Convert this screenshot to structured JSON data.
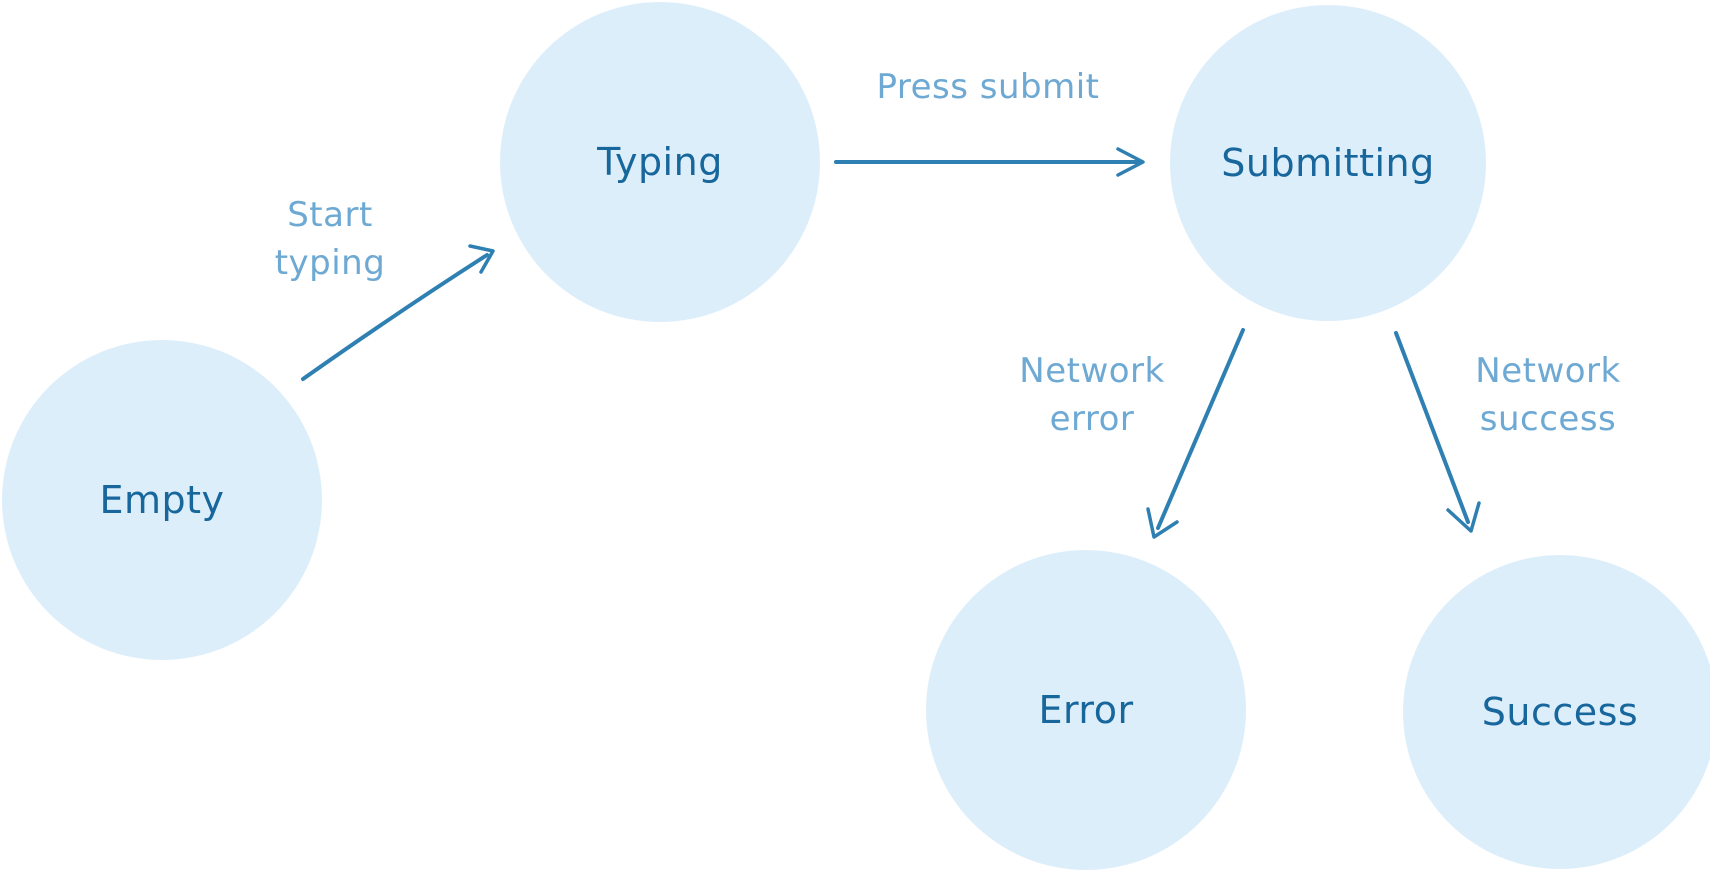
{
  "nodes": [
    {
      "id": "empty",
      "label": "Empty"
    },
    {
      "id": "typing",
      "label": "Typing"
    },
    {
      "id": "submitting",
      "label": "Submitting"
    },
    {
      "id": "error",
      "label": "Error"
    },
    {
      "id": "success",
      "label": "Success"
    }
  ],
  "edges": [
    {
      "from": "empty",
      "to": "typing",
      "label_lines": [
        "Start",
        "typing"
      ]
    },
    {
      "from": "typing",
      "to": "submitting",
      "label_lines": [
        "Press submit",
        ""
      ]
    },
    {
      "from": "submitting",
      "to": "error",
      "label_lines": [
        "Network",
        "error"
      ]
    },
    {
      "from": "submitting",
      "to": "success",
      "label_lines": [
        "Network",
        "success"
      ]
    }
  ],
  "colors": {
    "background": "#ffffff",
    "node_fill": "#ddeefb",
    "node_text": "#17669c",
    "edge_stroke": "#2e7fb2",
    "edge_label": "#6ea9d4"
  }
}
